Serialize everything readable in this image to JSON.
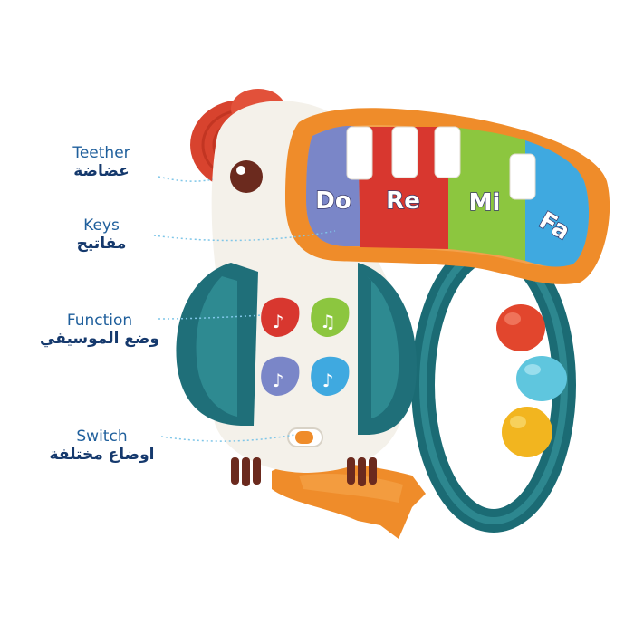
{
  "labels": {
    "teether": {
      "en": "Teether",
      "ar": "عضاضة"
    },
    "keys": {
      "en": "Keys",
      "ar": "مفاتيح"
    },
    "function": {
      "en": "Function",
      "ar": "وضع الموسيقي"
    },
    "switch": {
      "en": "Switch",
      "ar": "اوضاع مختلفة"
    }
  },
  "piano_keys": [
    "Do",
    "Re",
    "Mi",
    "Fa"
  ],
  "icons": {
    "music_note": "♪",
    "double_note": "♫"
  },
  "colors": {
    "body": "#f4f1ea",
    "wing": "#1f6f79",
    "wing_light": "#3aa0a6",
    "beak_frame": "#ef8c2a",
    "teether": "#d8432e",
    "key_do": "#7a86c8",
    "key_re": "#d8372f",
    "key_mi": "#8cc63f",
    "key_fa": "#3fa9e0",
    "label_en": "#1f5f9c",
    "label_ar": "#15396d"
  }
}
